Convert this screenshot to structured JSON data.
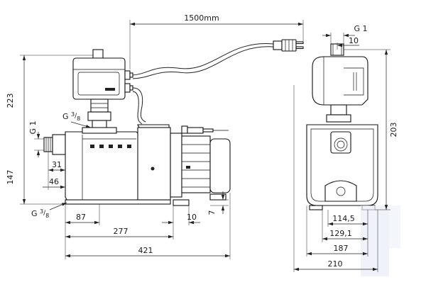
{
  "dimensions": {
    "cable_length": "1500mm",
    "height_total_side": "223",
    "height_inlet": "147",
    "thread_inlet": "G 1",
    "thread_small_top": "G",
    "thread_small_bottom": "G",
    "frac_num": "3",
    "frac_den": "8",
    "inlet_offset_31": "31",
    "inlet_offset_46": "46",
    "foot_87": "87",
    "foot_277": "277",
    "foot_10": "10",
    "foot_7": "7",
    "length_total": "421",
    "thread_outlet": "G 1",
    "outlet_offset": "10",
    "height_total_front": "203",
    "front_114_5": "114,5",
    "front_129_1": "129,1",
    "front_187": "187",
    "front_210": "210"
  }
}
